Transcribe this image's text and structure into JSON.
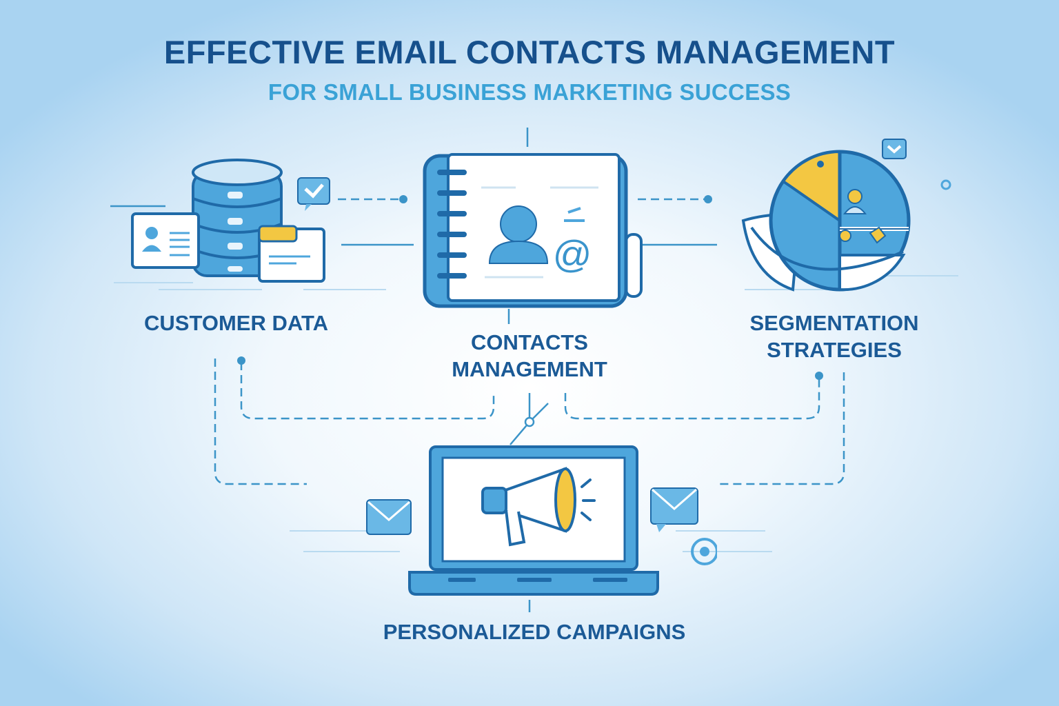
{
  "header": {
    "title": "EFFECTIVE EMAIL CONTACTS MANAGEMENT",
    "subtitle": "FOR SMALL BUSINESS MARKETING SUCCESS"
  },
  "nodes": {
    "customer_data": {
      "label": "CUSTOMER DATA",
      "icon": "database-icon"
    },
    "contacts_management": {
      "label_line1": "CONTACTS",
      "label_line2": "MANAGEMENT",
      "icon": "address-book-icon"
    },
    "segmentation": {
      "label_line1": "SEGMENTATION",
      "label_line2": "STRATEGIES",
      "icon": "pie-segments-icon"
    },
    "campaigns": {
      "label": "PERSONALIZED CAMPAIGNS",
      "icon": "laptop-megaphone-icon"
    }
  },
  "colors": {
    "title": "#16508c",
    "subtitle": "#3aa2d6",
    "label": "#1b5a96",
    "icon_stroke": "#1f6aa8",
    "icon_fill": "#4ea6dc",
    "icon_light": "#cfe7f7",
    "accent_yellow": "#f3c742",
    "connector": "#3b94c8"
  }
}
